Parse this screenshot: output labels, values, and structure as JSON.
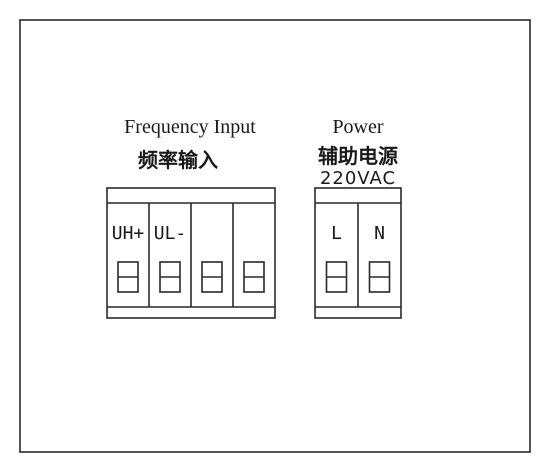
{
  "frequency_input": {
    "title_en": "Frequency Input",
    "title_cn": "频率输入",
    "terminals": [
      {
        "label": "UH+"
      },
      {
        "label": "UL-"
      },
      {
        "label": ""
      },
      {
        "label": ""
      }
    ]
  },
  "power": {
    "title_en": "Power",
    "title_cn": "辅助电源",
    "voltage": "220VAC",
    "terminals": [
      {
        "label": "L"
      },
      {
        "label": "N"
      }
    ]
  },
  "colors": {
    "line": "#2a2a2a",
    "text": "#1a1a1a",
    "background": "#ffffff"
  }
}
